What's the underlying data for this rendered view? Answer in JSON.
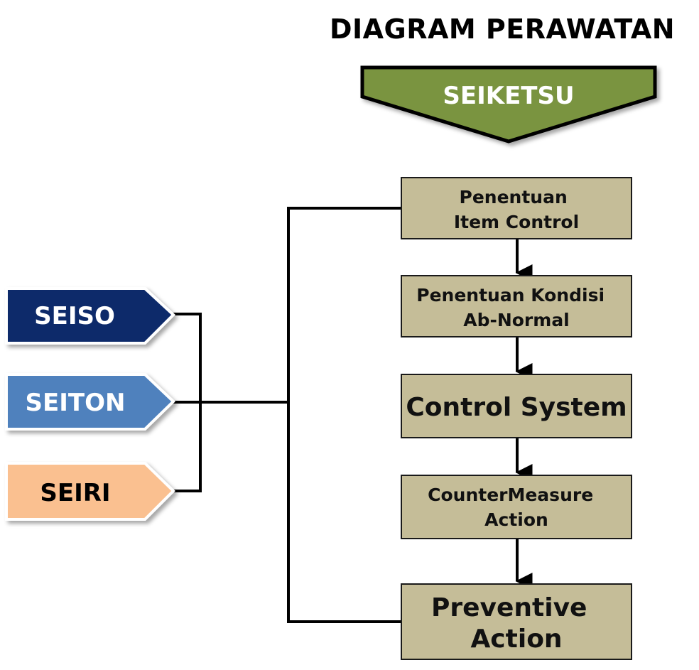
{
  "title": "DIAGRAM PERAWATAN",
  "banner": {
    "label": "SEIKETSU",
    "color": "#7a943f"
  },
  "steps": [
    {
      "lines": [
        "Penentuan",
        "Item Control"
      ]
    },
    {
      "lines": [
        "Penentuan Kondisi",
        "Ab-Normal"
      ]
    },
    {
      "lines": [
        "Control System"
      ]
    },
    {
      "lines": [
        "CounterMeasure",
        "Action"
      ]
    },
    {
      "lines": [
        "Preventive",
        "Action"
      ]
    }
  ],
  "inputs": [
    {
      "label": "SEISO",
      "fill": "#0c2a6a",
      "text_color": "#ffffff"
    },
    {
      "label": "SEITON",
      "fill": "#4f81bd",
      "text_color": "#ffffff"
    },
    {
      "label": "SEIRI",
      "fill": "#fac090",
      "text_color": "#000000"
    }
  ],
  "colors": {
    "box_fill": "#c5bd98",
    "box_border": "#1a1a1a",
    "line": "#000000"
  }
}
